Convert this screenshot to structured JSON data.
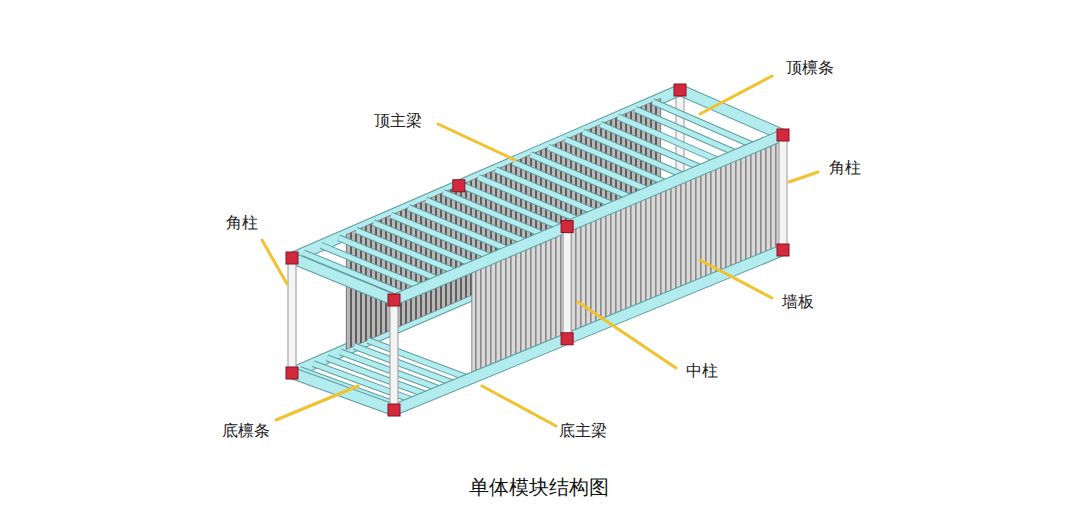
{
  "diagram": {
    "caption": "单体模块结构图",
    "labels": [
      "顶檩条",
      "顶主梁",
      "角柱",
      "角柱",
      "墙板",
      "中柱",
      "底檩条",
      "底主梁"
    ]
  }
}
